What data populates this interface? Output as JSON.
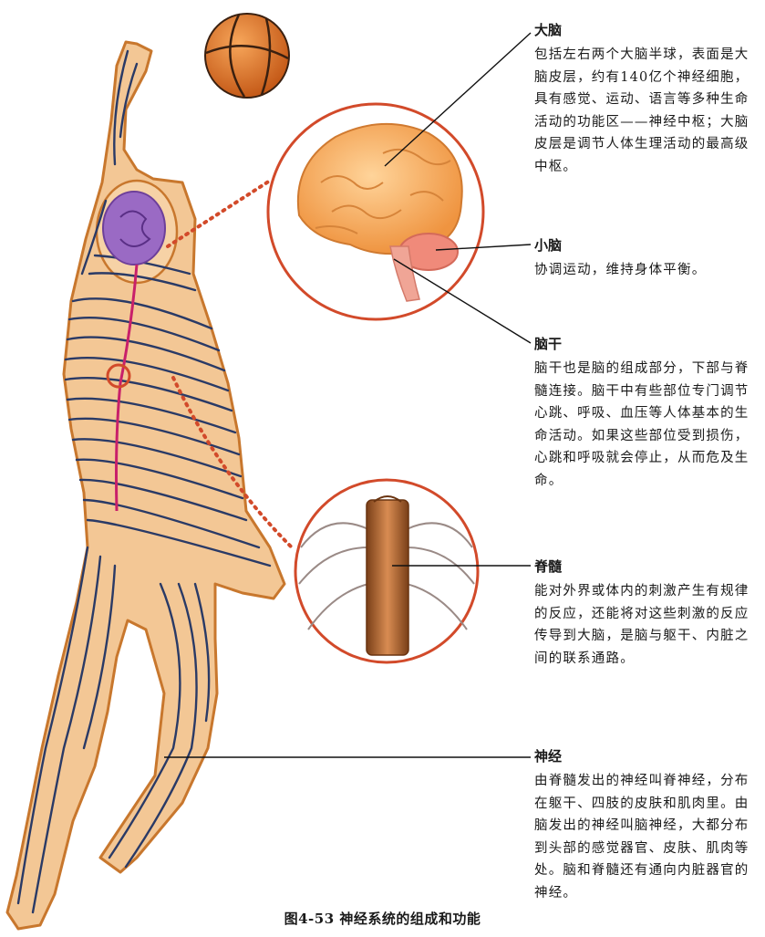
{
  "caption": "图4-53 神经系统的组成和功能",
  "labels": {
    "cerebrum": {
      "title": "大脑",
      "text": "包括左右两个大脑半球，表面是大脑皮层，约有140亿个神经细胞，具有感觉、运动、语言等多种生命活动的功能区——神经中枢；大脑皮层是调节人体生理活动的最高级中枢。"
    },
    "cerebellum": {
      "title": "小脑",
      "text": "协调运动，维持身体平衡。"
    },
    "brainstem": {
      "title": "脑干",
      "text": "脑干也是脑的组成部分，下部与脊髓连接。脑干中有些部位专门调节心跳、呼吸、血压等人体基本的生命活动。如果这些部位受到损伤，心跳和呼吸就会停止，从而危及生命。"
    },
    "spinal_cord": {
      "title": "脊髓",
      "text": "能对外界或体内的刺激产生有规律的反应，还能将对这些刺激的反应传导到大脑，是脑与躯干、内脏之间的联系通路。"
    },
    "nerves": {
      "title": "神经",
      "text": "由脊髓发出的神经叫脊神经，分布在躯干、四肢的皮肤和肌肉里。由脑发出的神经叫脑神经，大都分布到头部的感觉器官、皮肤、肌肉等处。脑和脊髓还有通向内脏器官的神经。"
    }
  },
  "colors": {
    "skin": "#f3c795",
    "skin_outline": "#c8772d",
    "nerve": "#2a3a66",
    "spinal_line": "#c8206a",
    "brain_purple": "#9a6ac4",
    "circle_ring": "#d24a2a",
    "brain_fill": "#f3a04f",
    "cerebellum_fill": "#f08a7a",
    "spinal_cord_fill": "#a8602e",
    "ball": "#e07a2a"
  }
}
